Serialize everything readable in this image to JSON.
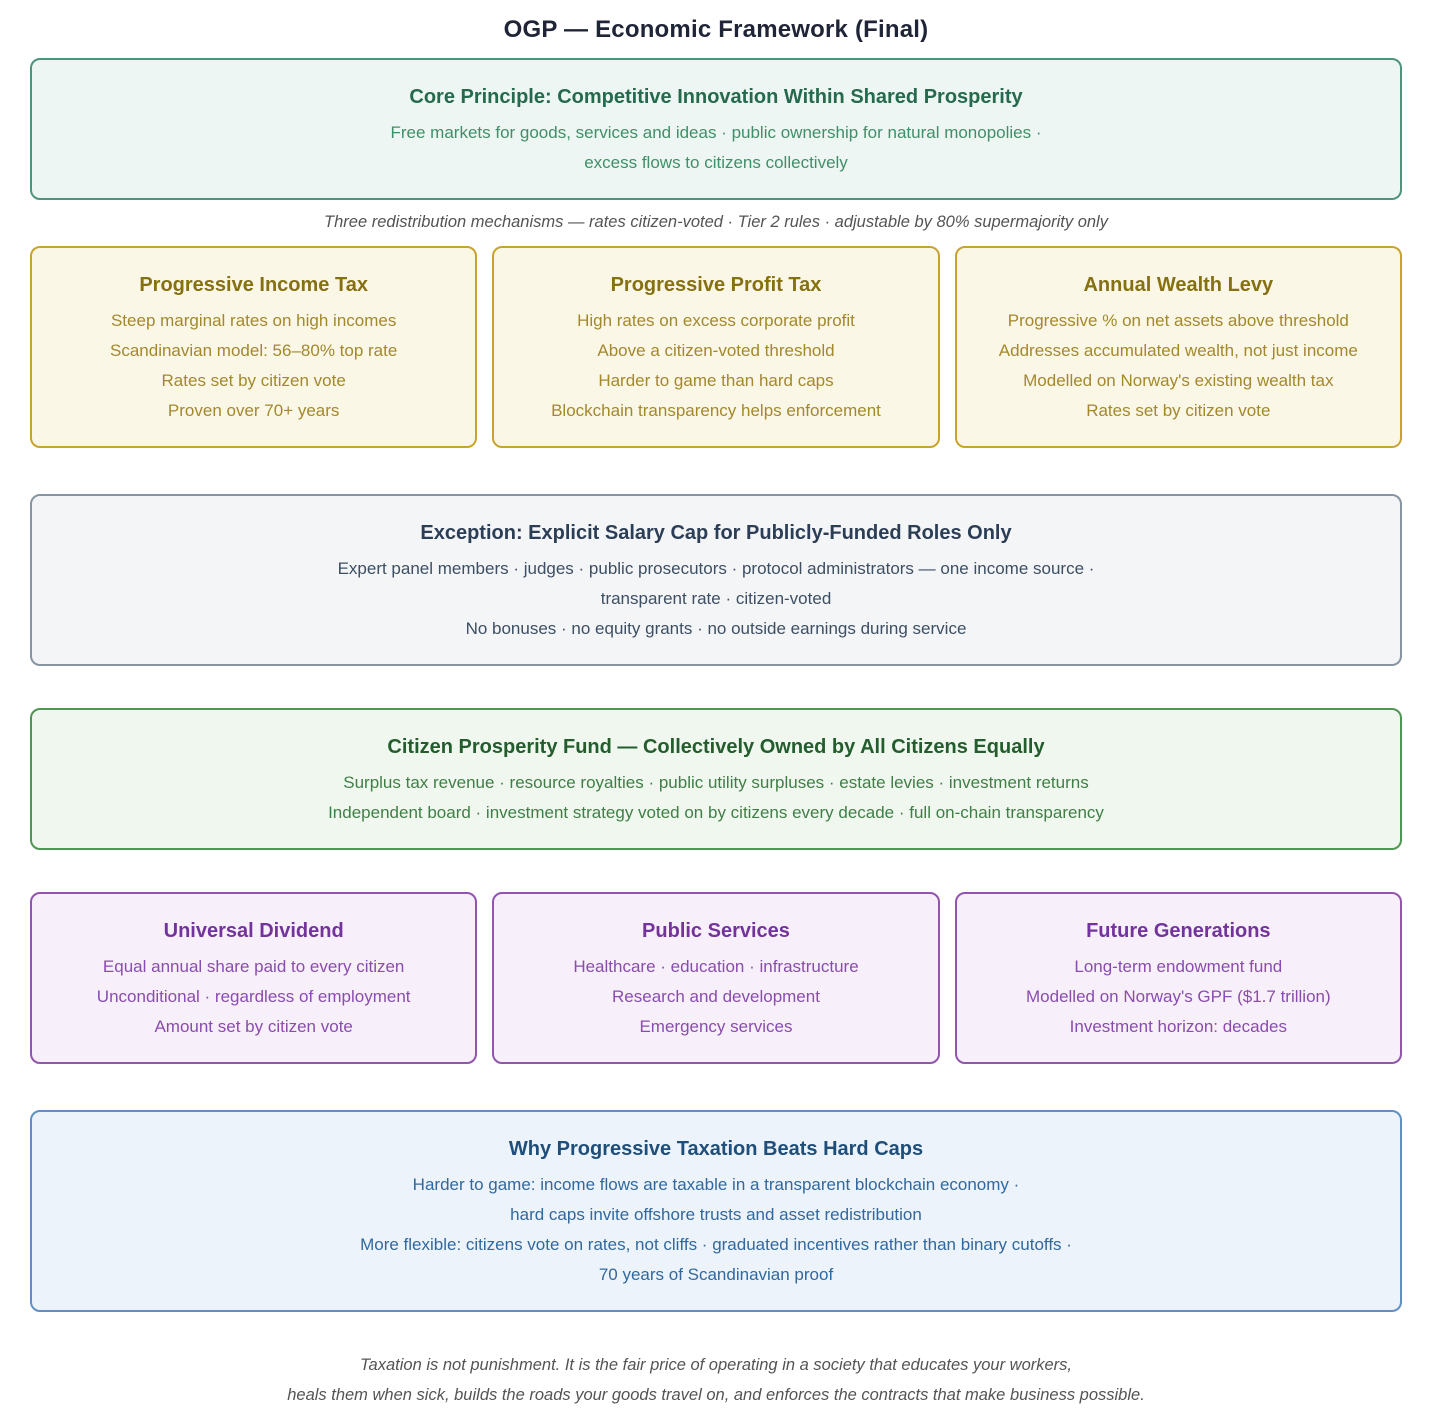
{
  "page_title": "OGP — Economic Framework (Final)",
  "core_principle": {
    "title": "Core Principle: Competitive Innovation Within Shared Prosperity",
    "lines": [
      "Free markets for goods, services and ideas · public ownership for natural monopolies ·",
      "excess flows to citizens collectively"
    ]
  },
  "mechanisms_note": "Three redistribution mechanisms — rates citizen-voted · Tier 2 rules · adjustable by 80% supermajority only",
  "tax_boxes": [
    {
      "title": "Progressive Income Tax",
      "lines": [
        "Steep marginal rates on high incomes",
        "Scandinavian model: 56–80% top rate",
        "Rates set by citizen vote",
        "Proven over 70+ years"
      ]
    },
    {
      "title": "Progressive Profit Tax",
      "lines": [
        "High rates on excess corporate profit",
        "Above a citizen-voted threshold",
        "Harder to game than hard caps",
        "Blockchain transparency helps enforcement"
      ]
    },
    {
      "title": "Annual Wealth Levy",
      "lines": [
        "Progressive % on net assets above threshold",
        "Addresses accumulated wealth, not just income",
        "Modelled on Norway's existing wealth tax",
        "Rates set by citizen vote"
      ]
    }
  ],
  "salary_cap": {
    "title": "Exception: Explicit Salary Cap for Publicly-Funded Roles Only",
    "lines": [
      "Expert panel members · judges · public prosecutors · protocol administrators — one income source ·",
      "transparent rate · citizen-voted",
      "No bonuses · no equity grants · no outside earnings during service"
    ]
  },
  "prosperity_fund": {
    "title": "Citizen Prosperity Fund — Collectively Owned by All Citizens Equally",
    "lines": [
      "Surplus tax revenue · resource royalties · public utility surpluses · estate levies · investment returns",
      "Independent board · investment strategy voted on by citizens every decade · full on-chain transparency"
    ]
  },
  "fund_boxes": [
    {
      "title": "Universal Dividend",
      "lines": [
        "Equal annual share paid to every citizen",
        "Unconditional · regardless of employment",
        "Amount set by citizen vote"
      ]
    },
    {
      "title": "Public Services",
      "lines": [
        "Healthcare · education · infrastructure",
        "Research and development",
        "Emergency services"
      ]
    },
    {
      "title": "Future Generations",
      "lines": [
        "Long-term endowment fund",
        "Modelled on Norway's GPF ($1.7 trillion)",
        "Investment horizon: decades"
      ]
    }
  ],
  "why_progressive": {
    "title": "Why Progressive Taxation Beats Hard Caps",
    "lines": [
      "Harder to game: income flows are taxable in a transparent blockchain economy ·",
      "hard caps invite offshore trusts and asset redistribution",
      "More flexible: citizens vote on rates, not cliffs · graduated incentives rather than binary cutoffs ·",
      "70 years of Scandinavian proof"
    ]
  },
  "footer_quote": {
    "lines": [
      "Taxation is not punishment. It is the fair price of operating in a society that educates your workers,",
      "heals them when sick, builds the roads your goods travel on, and enforces the contracts that make business possible."
    ]
  },
  "colors": {
    "title_text": "#1f2437",
    "teal_border": "#4d957a",
    "teal_bg": "#edf6f2",
    "teal_title": "#266a4e",
    "teal_body": "#418f69",
    "gold_border": "#c8a42e",
    "gold_bg": "#fbf7e7",
    "gold_title": "#857012",
    "gold_body": "#a3882c",
    "slate_border": "#8795a3",
    "slate_bg": "#f4f5f7",
    "slate_title": "#2c3e55",
    "slate_body": "#3d4f63",
    "green_border": "#4f9554",
    "green_bg": "#f0f7ef",
    "green_title": "#235d2d",
    "green_body": "#3f7f46",
    "purple_border": "#9155b0",
    "purple_bg": "#f7f0fa",
    "purple_title": "#73329c",
    "purple_body": "#8a4cae",
    "blue_border": "#5e90c6",
    "blue_bg": "#edf3fb",
    "blue_title": "#1e4e79",
    "blue_body": "#31689e",
    "note_text": "#545454"
  }
}
